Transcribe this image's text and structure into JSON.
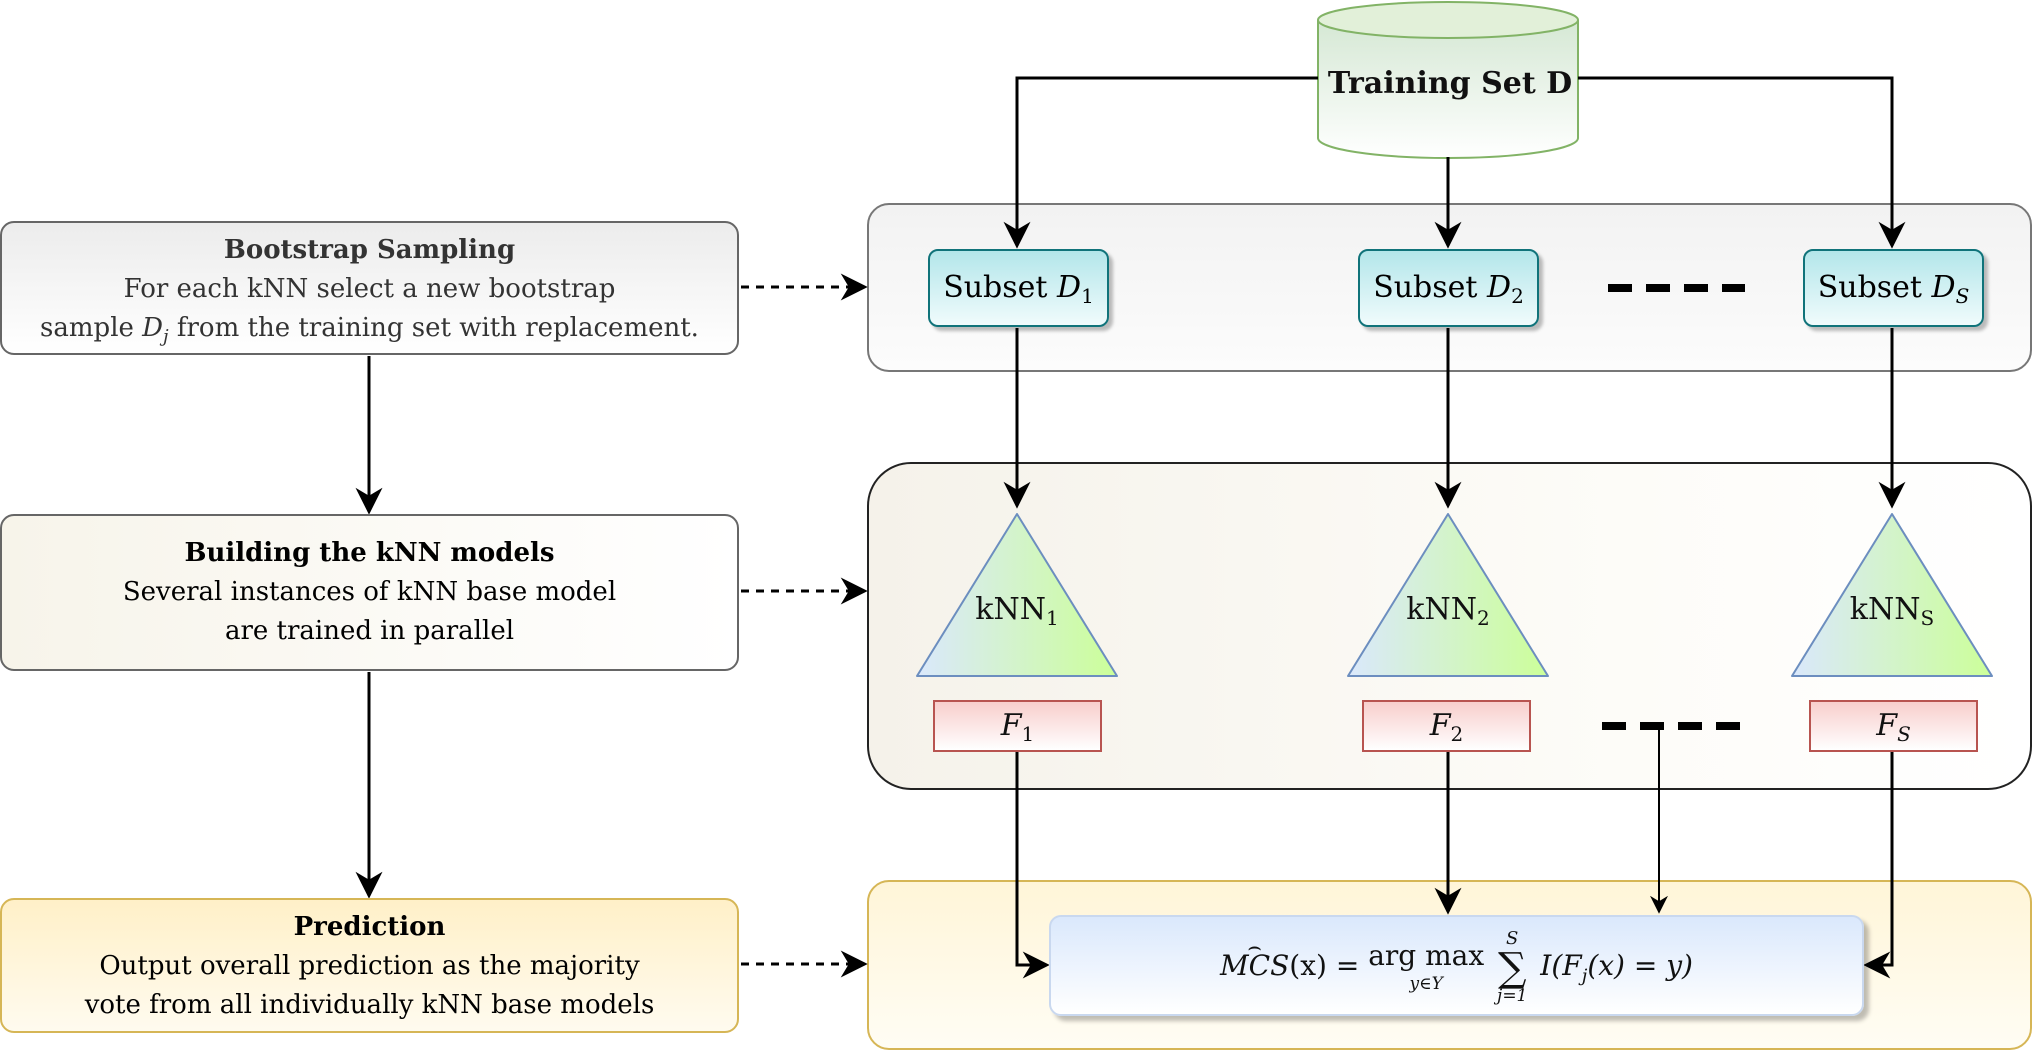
{
  "bootstrap": {
    "title": "Bootstrap Sampling",
    "line1": "For each kNN select a new bootstrap",
    "line2_pre": "sample ",
    "line2_var": "D",
    "line2_sub": "j",
    "line2_post": " from the training set with replacement."
  },
  "build": {
    "title": "Building the kNN models",
    "line1": "Several instances of kNN base model",
    "line2": "are trained in parallel"
  },
  "prediction": {
    "title": "Prediction",
    "line1": "Output overall prediction as the majority",
    "line2": "vote from all individually kNN base models"
  },
  "training_set": {
    "label": "Training Set D"
  },
  "subsets": [
    {
      "prefix": "Subset ",
      "var": "D",
      "sub": "1"
    },
    {
      "prefix": "Subset ",
      "var": "D",
      "sub": "2"
    },
    {
      "prefix": "Subset ",
      "var": "D",
      "sub": "S"
    }
  ],
  "models": [
    {
      "label": "kNN",
      "sub": "1"
    },
    {
      "label": "kNN",
      "sub": "2"
    },
    {
      "label": "kNN",
      "sub": "S"
    }
  ],
  "functions": [
    {
      "var": "F",
      "sub": "1"
    },
    {
      "var": "F",
      "sub": "2"
    },
    {
      "var": "F",
      "sub": "S"
    }
  ],
  "formula": {
    "lhs": "MCS",
    "arg": "(x) = ",
    "op": "arg max",
    "op_sub": "y∈Y",
    "sum_top": "S",
    "sum_bottom": "j=1",
    "sum_symbol": "∑",
    "body_pre": "I(F",
    "body_sub": "j",
    "body_post": "(x) = y)"
  },
  "colors": {
    "subset_border": "#10737a",
    "function_border": "#b85450",
    "prediction_border": "#d6b656",
    "database_border": "#82b366"
  }
}
